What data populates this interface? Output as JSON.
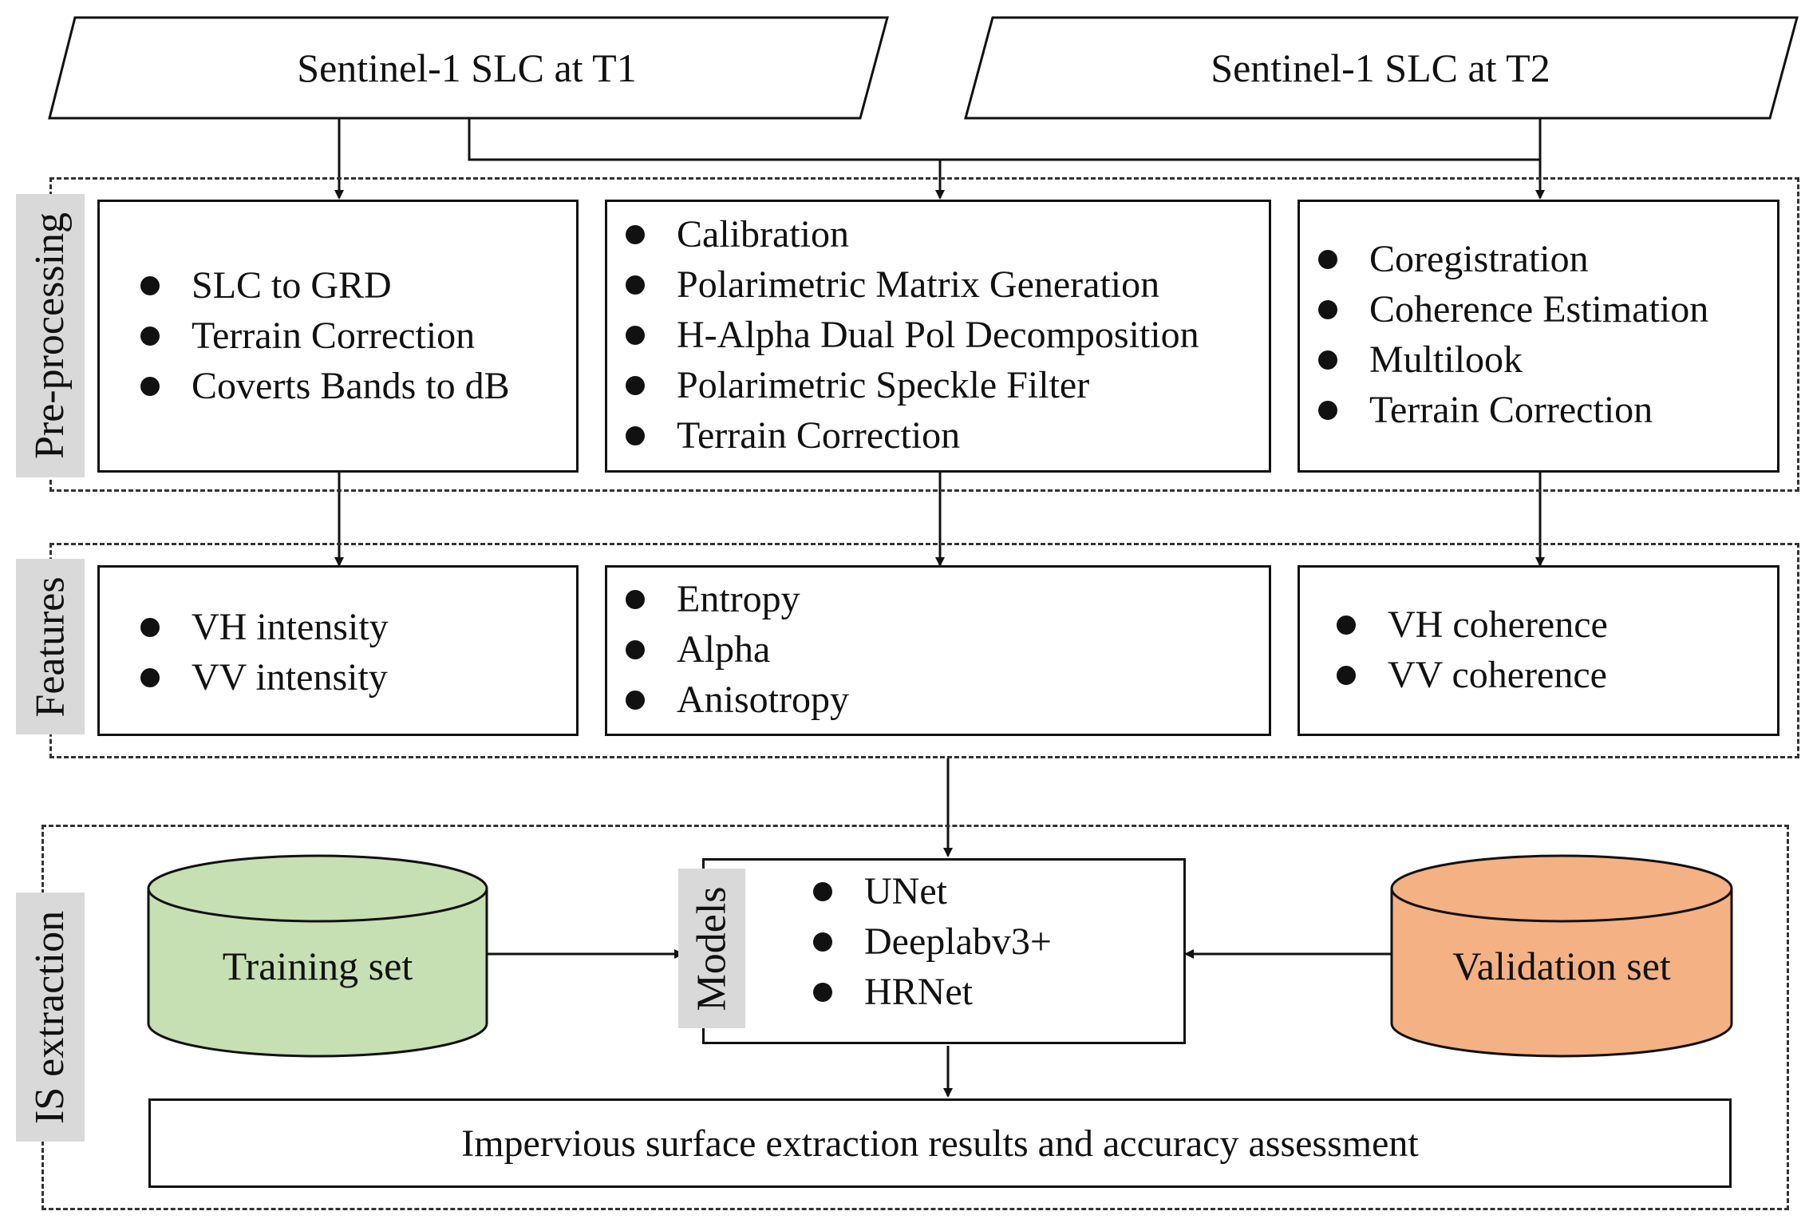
{
  "inputs": {
    "t1": "Sentinel-1  SLC at T1",
    "t2": "Sentinel-1  SLC at T2"
  },
  "sections": {
    "preprocessing": "Pre-processing",
    "features": "Features",
    "extraction": "IS extraction"
  },
  "preprocessing": {
    "left": [
      "SLC to GRD",
      "Terrain Correction",
      "Coverts Bands to dB"
    ],
    "middle": [
      "Calibration",
      "Polarimetric  Matrix  Generation",
      "H-Alpha Dual Pol Decomposition",
      "Polarimetric  Speckle  Filter",
      "Terrain Correction"
    ],
    "right": [
      "Coregistration",
      "Coherence  Estimation",
      "Multilook",
      "Terrain Correction"
    ]
  },
  "features": {
    "left": [
      "VH intensity",
      "VV intensity"
    ],
    "middle": [
      "Entropy",
      "Alpha",
      "Anisotropy"
    ],
    "right": [
      "VH coherence",
      "VV coherence"
    ]
  },
  "extraction": {
    "training": "Training  set",
    "validation": "Validation  set",
    "models_label": "Models",
    "models": [
      "UNet",
      "Deeplabv3+",
      "HRNet"
    ],
    "results": "Impervious  surface  extraction  results  and  accuracy  assessment"
  },
  "colors": {
    "training_fill": "#c6e0b4",
    "validation_fill": "#f4b183",
    "label_bg": "#d9d9d9"
  }
}
